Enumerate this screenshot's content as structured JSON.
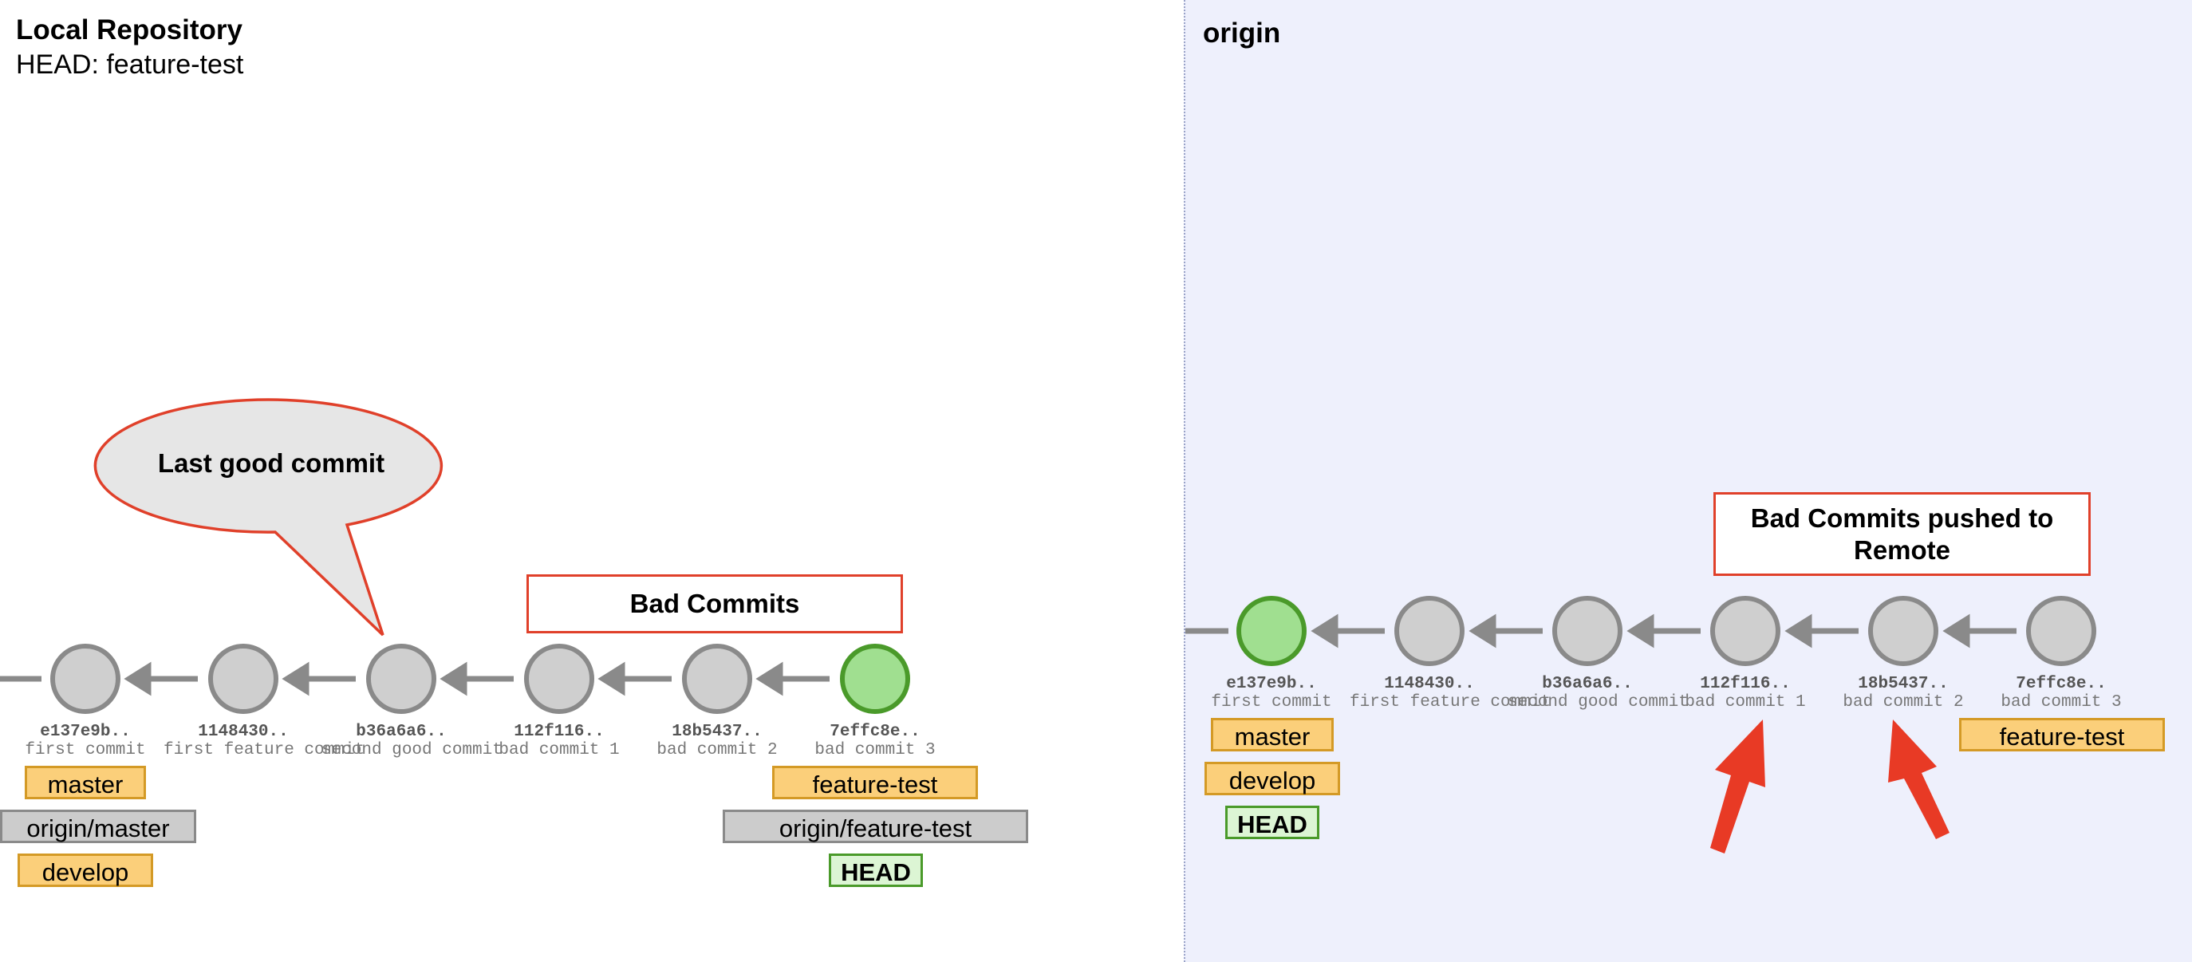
{
  "local": {
    "title": "Local Repository",
    "head_label": "HEAD: feature-test",
    "commits": [
      {
        "hash": "e137e9b..",
        "message": "first commit"
      },
      {
        "hash": "1148430..",
        "message": "first feature commit"
      },
      {
        "hash": "b36a6a6..",
        "message": "second good commit"
      },
      {
        "hash": "112f116..",
        "message": "bad commit 1"
      },
      {
        "hash": "18b5437..",
        "message": "bad commit 2"
      },
      {
        "hash": "7effc8e..",
        "message": "bad commit 3"
      }
    ],
    "labels": {
      "master": "master",
      "origin_master": "origin/master",
      "develop": "develop",
      "feature_test": "feature-test",
      "origin_feature_test": "origin/feature-test",
      "head": "HEAD"
    },
    "bubble": "Last good commit",
    "bad_commits_note": "Bad Commits"
  },
  "remote": {
    "title": "origin",
    "commits": [
      {
        "hash": "e137e9b..",
        "message": "first commit"
      },
      {
        "hash": "1148430..",
        "message": "first feature commit"
      },
      {
        "hash": "b36a6a6..",
        "message": "second good commit"
      },
      {
        "hash": "112f116..",
        "message": "bad commit 1"
      },
      {
        "hash": "18b5437..",
        "message": "bad commit 2"
      },
      {
        "hash": "7effc8e..",
        "message": "bad commit 3"
      }
    ],
    "labels": {
      "master": "master",
      "develop": "develop",
      "head": "HEAD",
      "feature_test": "feature-test"
    },
    "note": "Bad Commits pushed to Remote"
  },
  "colors": {
    "commit_fill": "#cfcfcf",
    "commit_border": "#8a8a8a",
    "head_commit_fill": "#a0df90",
    "head_commit_border": "#4a9a2a",
    "branch_fill": "#fbcf7a",
    "remote_fill": "#cccccc",
    "note_border": "#e0402a",
    "arrow": "#e83a25",
    "remote_panel_bg": "#eef0fc"
  }
}
